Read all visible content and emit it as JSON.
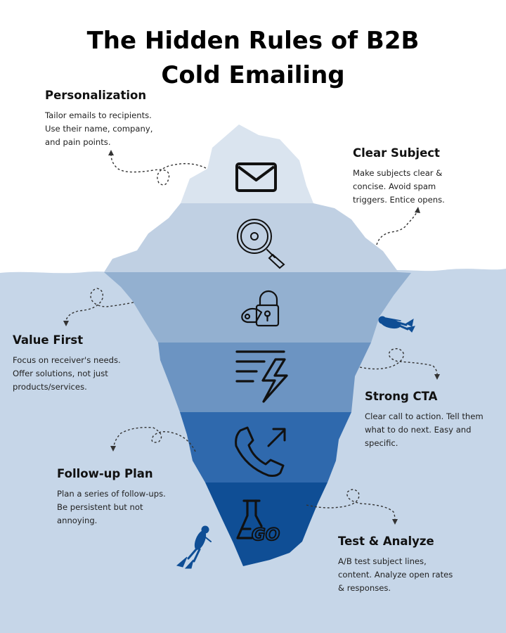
{
  "title": {
    "line1": "The Hidden Rules of B2B",
    "line2": "Cold Emailing"
  },
  "colors": {
    "water": "#c6d6e8",
    "ice_top": "#dae4ef",
    "layer_2": "#c0d0e3",
    "layer_3": "#93b0d0",
    "layer_4": "#6c94c2",
    "layer_5": "#2f69ad",
    "layer_6": "#0f4e95",
    "diver": "#0f4e95"
  },
  "layers": [
    {
      "icon": "envelope-icon"
    },
    {
      "icon": "magnifier-icon"
    },
    {
      "icon": "key-lock-icon"
    },
    {
      "icon": "speed-lightning-icon"
    },
    {
      "icon": "phone-callout-icon"
    },
    {
      "icon": "flask-go-icon"
    }
  ],
  "rules": {
    "personalization": {
      "heading": "Personalization",
      "lines": [
        "Tailor emails to recipients.",
        "Use their name, company,",
        "and pain points."
      ]
    },
    "clear_subject": {
      "heading": "Clear Subject",
      "lines": [
        "Make subjects clear &",
        "concise. Avoid spam",
        "triggers. Entice opens."
      ]
    },
    "value_first": {
      "heading": "Value First",
      "lines": [
        "Focus on receiver's needs.",
        "Offer solutions, not just",
        "products/services."
      ]
    },
    "strong_cta": {
      "heading": "Strong CTA",
      "lines": [
        "Clear call to action. Tell them",
        "what to do next. Easy and",
        "specific."
      ]
    },
    "follow_up": {
      "heading": "Follow-up Plan",
      "lines": [
        "Plan a series of follow-ups.",
        "Be persistent but not",
        "annoying."
      ]
    },
    "test_analyze": {
      "heading": "Test & Analyze",
      "lines": [
        "A/B test subject lines,",
        "content. Analyze open rates",
        "& responses."
      ]
    }
  }
}
